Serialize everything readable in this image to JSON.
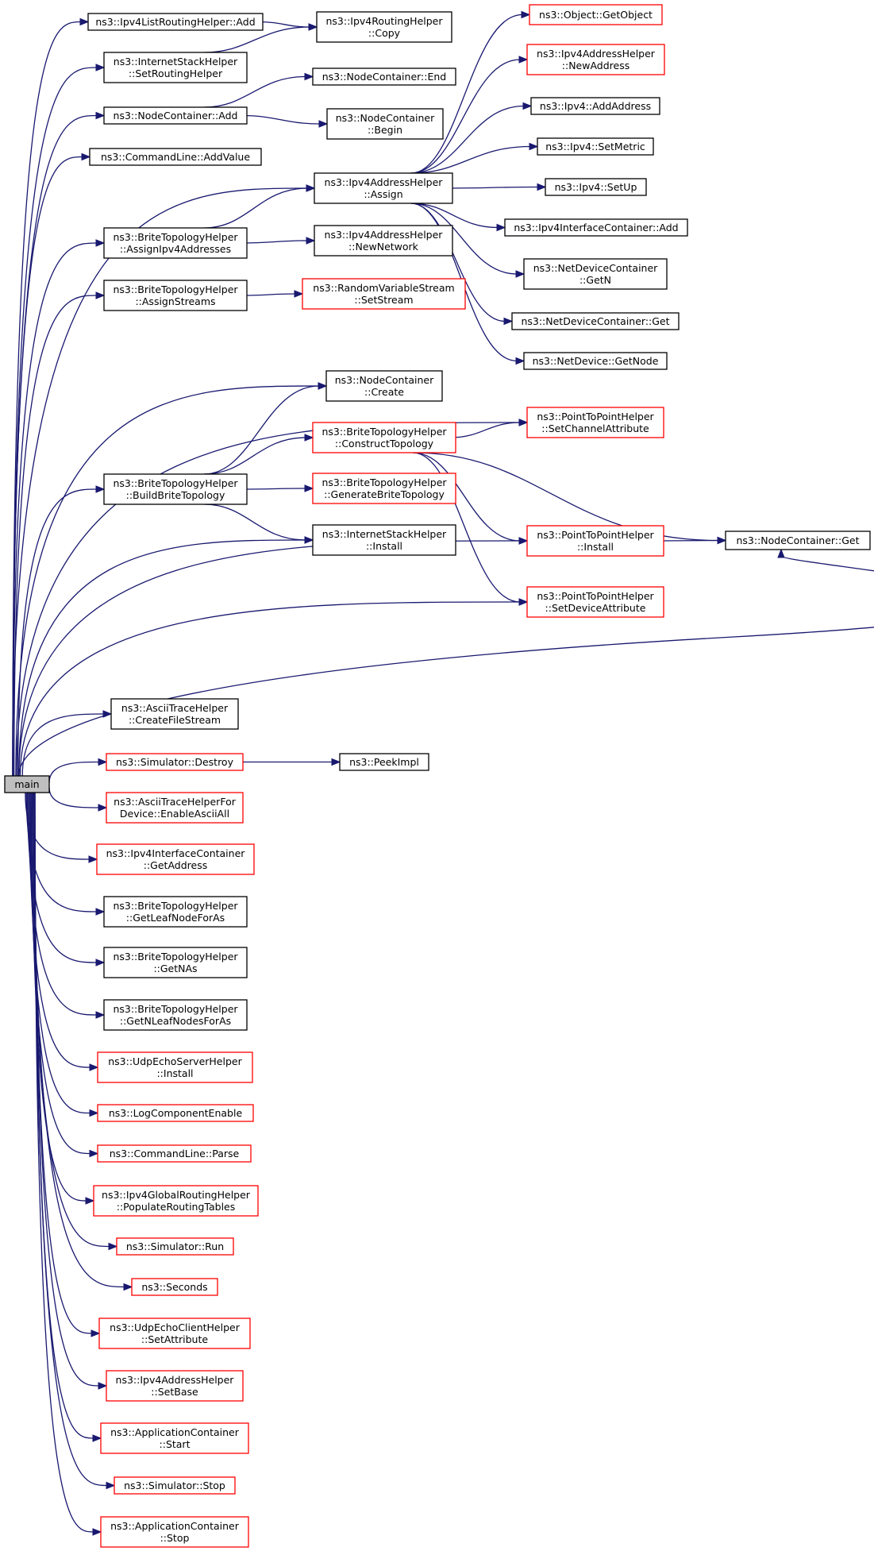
{
  "colors": {
    "edge": "#191970",
    "documented_border": "#000000",
    "undocumented_border": "#ff0000",
    "root_fill": "#bfbfbf"
  },
  "nodes": [
    {
      "id": "main",
      "lines": [
        "main"
      ],
      "style": "root"
    },
    {
      "id": "ipv4list_add",
      "lines": [
        "ns3::Ipv4ListRoutingHelper::Add"
      ],
      "style": "black"
    },
    {
      "id": "ipv4routing_copy",
      "lines": [
        "ns3::Ipv4RoutingHelper",
        "::Copy"
      ],
      "style": "black"
    },
    {
      "id": "internetstack_setrouting",
      "lines": [
        "ns3::InternetStackHelper",
        "::SetRoutingHelper"
      ],
      "style": "black"
    },
    {
      "id": "nodecontainer_add",
      "lines": [
        "ns3::NodeContainer::Add"
      ],
      "style": "black"
    },
    {
      "id": "nodecontainer_end",
      "lines": [
        "ns3::NodeContainer::End"
      ],
      "style": "black"
    },
    {
      "id": "nodecontainer_begin",
      "lines": [
        "ns3::NodeContainer",
        "::Begin"
      ],
      "style": "black"
    },
    {
      "id": "commandline_addvalue",
      "lines": [
        "ns3::CommandLine::AddValue"
      ],
      "style": "black"
    },
    {
      "id": "ipv4addr_assign",
      "lines": [
        "ns3::Ipv4AddressHelper",
        "::Assign"
      ],
      "style": "black"
    },
    {
      "id": "object_getobject",
      "lines": [
        "ns3::Object::GetObject"
      ],
      "style": "red"
    },
    {
      "id": "ipv4addr_newaddress",
      "lines": [
        "ns3::Ipv4AddressHelper",
        "::NewAddress"
      ],
      "style": "red"
    },
    {
      "id": "ipv4_addaddress",
      "lines": [
        "ns3::Ipv4::AddAddress"
      ],
      "style": "black"
    },
    {
      "id": "ipv4_setmetric",
      "lines": [
        "ns3::Ipv4::SetMetric"
      ],
      "style": "black"
    },
    {
      "id": "ipv4_setup",
      "lines": [
        "ns3::Ipv4::SetUp"
      ],
      "style": "black"
    },
    {
      "id": "ipv4ifc_add",
      "lines": [
        "ns3::Ipv4InterfaceContainer::Add"
      ],
      "style": "black"
    },
    {
      "id": "netdevcont_getn",
      "lines": [
        "ns3::NetDeviceContainer",
        "::GetN"
      ],
      "style": "black"
    },
    {
      "id": "netdevcont_get",
      "lines": [
        "ns3::NetDeviceContainer::Get"
      ],
      "style": "black"
    },
    {
      "id": "netdevice_getnode",
      "lines": [
        "ns3::NetDevice::GetNode"
      ],
      "style": "black"
    },
    {
      "id": "brite_assignipv4",
      "lines": [
        "ns3::BriteTopologyHelper",
        "::AssignIpv4Addresses"
      ],
      "style": "black"
    },
    {
      "id": "ipv4addr_newnetwork",
      "lines": [
        "ns3::Ipv4AddressHelper",
        "::NewNetwork"
      ],
      "style": "black"
    },
    {
      "id": "brite_assignstreams",
      "lines": [
        "ns3::BriteTopologyHelper",
        "::AssignStreams"
      ],
      "style": "black"
    },
    {
      "id": "rvs_setstream",
      "lines": [
        "ns3::RandomVariableStream",
        "::SetStream"
      ],
      "style": "red"
    },
    {
      "id": "nodecontainer_create",
      "lines": [
        "ns3::NodeContainer",
        "::Create"
      ],
      "style": "black"
    },
    {
      "id": "p2p_setchannelattr",
      "lines": [
        "ns3::PointToPointHelper",
        "::SetChannelAttribute"
      ],
      "style": "red"
    },
    {
      "id": "brite_construct",
      "lines": [
        "ns3::BriteTopologyHelper",
        "::ConstructTopology"
      ],
      "style": "red"
    },
    {
      "id": "brite_build",
      "lines": [
        "ns3::BriteTopologyHelper",
        "::BuildBriteTopology"
      ],
      "style": "black"
    },
    {
      "id": "brite_generate",
      "lines": [
        "ns3::BriteTopologyHelper",
        "::GenerateBriteTopology"
      ],
      "style": "red"
    },
    {
      "id": "internetstack_install",
      "lines": [
        "ns3::InternetStackHelper",
        "::Install"
      ],
      "style": "black"
    },
    {
      "id": "p2p_install",
      "lines": [
        "ns3::PointToPointHelper",
        "::Install"
      ],
      "style": "red"
    },
    {
      "id": "nodecontainer_get",
      "lines": [
        "ns3::NodeContainer::Get"
      ],
      "style": "black"
    },
    {
      "id": "p2p_setdeviceattr",
      "lines": [
        "ns3::PointToPointHelper",
        "::SetDeviceAttribute"
      ],
      "style": "red"
    },
    {
      "id": "ascii_createfilestream",
      "lines": [
        "ns3::AsciiTraceHelper",
        "::CreateFileStream"
      ],
      "style": "black"
    },
    {
      "id": "simulator_destroy",
      "lines": [
        "ns3::Simulator::Destroy"
      ],
      "style": "red"
    },
    {
      "id": "peekimpl",
      "lines": [
        "ns3::PeekImpl"
      ],
      "style": "black"
    },
    {
      "id": "ascii_enableall",
      "lines": [
        "ns3::AsciiTraceHelperFor",
        "Device::EnableAsciiAll"
      ],
      "style": "red"
    },
    {
      "id": "ipv4ifc_getaddress",
      "lines": [
        "ns3::Ipv4InterfaceContainer",
        "::GetAddress"
      ],
      "style": "red"
    },
    {
      "id": "brite_getleafnode",
      "lines": [
        "ns3::BriteTopologyHelper",
        "::GetLeafNodeForAs"
      ],
      "style": "black"
    },
    {
      "id": "brite_getnas",
      "lines": [
        "ns3::BriteTopologyHelper",
        "::GetNAs"
      ],
      "style": "black"
    },
    {
      "id": "brite_getnleafnodes",
      "lines": [
        "ns3::BriteTopologyHelper",
        "::GetNLeafNodesForAs"
      ],
      "style": "black"
    },
    {
      "id": "udpechoserver_install",
      "lines": [
        "ns3::UdpEchoServerHelper",
        "::Install"
      ],
      "style": "red"
    },
    {
      "id": "logcomponentenable",
      "lines": [
        "ns3::LogComponentEnable"
      ],
      "style": "red"
    },
    {
      "id": "commandline_parse",
      "lines": [
        "ns3::CommandLine::Parse"
      ],
      "style": "red"
    },
    {
      "id": "ipv4global_populate",
      "lines": [
        "ns3::Ipv4GlobalRoutingHelper",
        "::PopulateRoutingTables"
      ],
      "style": "red"
    },
    {
      "id": "simulator_run",
      "lines": [
        "ns3::Simulator::Run"
      ],
      "style": "red"
    },
    {
      "id": "seconds",
      "lines": [
        "ns3::Seconds"
      ],
      "style": "red"
    },
    {
      "id": "udpechoclient_setattr",
      "lines": [
        "ns3::UdpEchoClientHelper",
        "::SetAttribute"
      ],
      "style": "red"
    },
    {
      "id": "ipv4addr_setbase",
      "lines": [
        "ns3::Ipv4AddressHelper",
        "::SetBase"
      ],
      "style": "red"
    },
    {
      "id": "appcontainer_start",
      "lines": [
        "ns3::ApplicationContainer",
        "::Start"
      ],
      "style": "red"
    },
    {
      "id": "simulator_stop",
      "lines": [
        "ns3::Simulator::Stop"
      ],
      "style": "red"
    },
    {
      "id": "appcontainer_stop",
      "lines": [
        "ns3::ApplicationContainer",
        "::Stop"
      ],
      "style": "red"
    }
  ],
  "edges": [
    [
      "main",
      "ipv4list_add"
    ],
    [
      "main",
      "internetstack_setrouting"
    ],
    [
      "main",
      "nodecontainer_add"
    ],
    [
      "main",
      "commandline_addvalue"
    ],
    [
      "main",
      "ipv4addr_assign"
    ],
    [
      "main",
      "brite_assignipv4"
    ],
    [
      "main",
      "brite_assignstreams"
    ],
    [
      "main",
      "p2p_setchannelattr"
    ],
    [
      "main",
      "nodecontainer_create"
    ],
    [
      "main",
      "brite_build"
    ],
    [
      "main",
      "internetstack_install"
    ],
    [
      "main",
      "p2p_install"
    ],
    [
      "main",
      "p2p_setdeviceattr"
    ],
    [
      "main",
      "nodecontainer_get"
    ],
    [
      "main",
      "ascii_createfilestream"
    ],
    [
      "main",
      "simulator_destroy"
    ],
    [
      "main",
      "ascii_enableall"
    ],
    [
      "main",
      "ipv4ifc_getaddress"
    ],
    [
      "main",
      "brite_getleafnode"
    ],
    [
      "main",
      "brite_getnas"
    ],
    [
      "main",
      "brite_getnleafnodes"
    ],
    [
      "main",
      "udpechoserver_install"
    ],
    [
      "main",
      "logcomponentenable"
    ],
    [
      "main",
      "commandline_parse"
    ],
    [
      "main",
      "ipv4global_populate"
    ],
    [
      "main",
      "simulator_run"
    ],
    [
      "main",
      "seconds"
    ],
    [
      "main",
      "udpechoclient_setattr"
    ],
    [
      "main",
      "ipv4addr_setbase"
    ],
    [
      "main",
      "appcontainer_start"
    ],
    [
      "main",
      "simulator_stop"
    ],
    [
      "main",
      "appcontainer_stop"
    ],
    [
      "ipv4list_add",
      "ipv4routing_copy"
    ],
    [
      "internetstack_setrouting",
      "ipv4routing_copy"
    ],
    [
      "nodecontainer_add",
      "nodecontainer_end"
    ],
    [
      "nodecontainer_add",
      "nodecontainer_begin"
    ],
    [
      "ipv4addr_assign",
      "object_getobject"
    ],
    [
      "ipv4addr_assign",
      "ipv4addr_newaddress"
    ],
    [
      "ipv4addr_assign",
      "ipv4_addaddress"
    ],
    [
      "ipv4addr_assign",
      "ipv4_setmetric"
    ],
    [
      "ipv4addr_assign",
      "ipv4_setup"
    ],
    [
      "ipv4addr_assign",
      "ipv4ifc_add"
    ],
    [
      "ipv4addr_assign",
      "netdevcont_getn"
    ],
    [
      "ipv4addr_assign",
      "netdevcont_get"
    ],
    [
      "ipv4addr_assign",
      "netdevice_getnode"
    ],
    [
      "brite_assignipv4",
      "ipv4addr_assign"
    ],
    [
      "brite_assignipv4",
      "ipv4addr_newnetwork"
    ],
    [
      "brite_assignstreams",
      "rvs_setstream"
    ],
    [
      "brite_build",
      "nodecontainer_create"
    ],
    [
      "brite_build",
      "brite_construct"
    ],
    [
      "brite_build",
      "brite_generate"
    ],
    [
      "brite_build",
      "internetstack_install"
    ],
    [
      "brite_construct",
      "p2p_setchannelattr"
    ],
    [
      "brite_construct",
      "p2p_install"
    ],
    [
      "brite_construct",
      "nodecontainer_get"
    ],
    [
      "brite_construct",
      "p2p_setdeviceattr"
    ],
    [
      "p2p_install",
      "nodecontainer_get"
    ],
    [
      "simulator_destroy",
      "peekimpl"
    ]
  ]
}
